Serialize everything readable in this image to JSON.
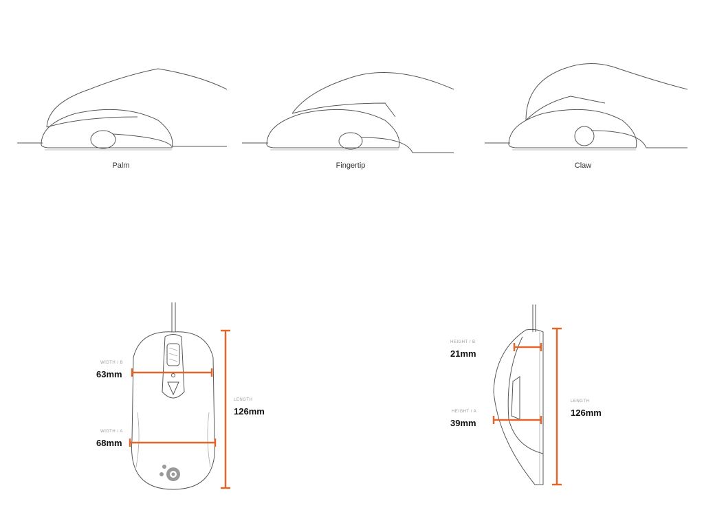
{
  "grip_styles": [
    {
      "label": "Palm"
    },
    {
      "label": "Fingertip"
    },
    {
      "label": "Claw"
    }
  ],
  "top_view": {
    "width_b": {
      "label": "WIDTH / B",
      "value": "63mm"
    },
    "width_a": {
      "label": "WIDTH / A",
      "value": "68mm"
    },
    "length": {
      "label": "LENGTH",
      "value": "126mm"
    }
  },
  "side_view": {
    "height_b": {
      "label": "HEIGHT / B",
      "value": "21mm"
    },
    "height_a": {
      "label": "HEIGHT / A",
      "value": "39mm"
    },
    "length": {
      "label": "LENGTH",
      "value": "126mm"
    }
  },
  "colors": {
    "accent": "#e0662a"
  }
}
